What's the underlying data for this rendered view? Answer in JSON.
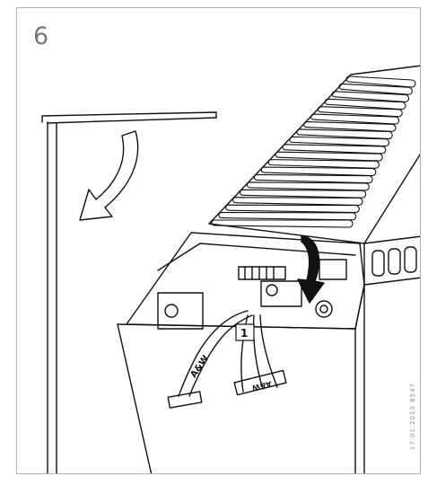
{
  "step": {
    "number": "6"
  },
  "labels": {
    "cable_left": "A&W",
    "cable_right_number": "1",
    "connector_text": "A&W"
  },
  "doc_code": "17.01.2013 8547",
  "colors": {
    "frame": "#aeb4b8",
    "line": "#111111",
    "step_text": "#707a80"
  },
  "icons": [
    "rotate-arrow-icon",
    "insert-arrow-icon"
  ]
}
